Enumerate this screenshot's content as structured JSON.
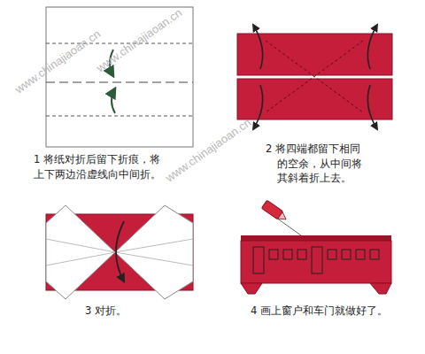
{
  "diagram": {
    "labels": [
      "www.chinajiaoan.cn",
      "www.chinajiaoan.cn",
      "www.chinajiaoan.cn",
      "1 将纸对折后留下折痕，将 上下两边沿虚线向中间折。",
      "2 将四端都留下相同 的空余，从中间将 其斜着折上去。",
      "3 对折。",
      "4 画上窗户和车门就做好了。"
    ]
  }
}
